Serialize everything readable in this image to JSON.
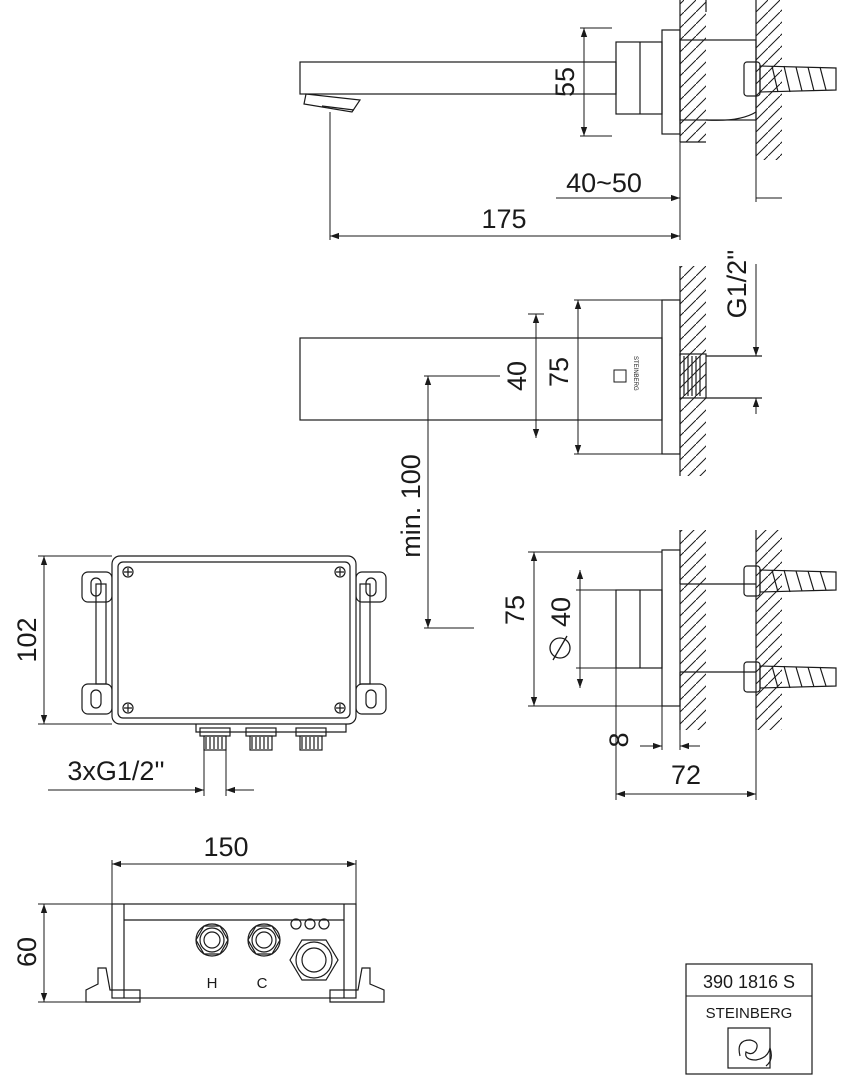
{
  "dimensions": {
    "top_view": {
      "height": "55",
      "wall_range": "40~50",
      "length": "175"
    },
    "side_view": {
      "thread": "G1/2''",
      "inner_height": "40",
      "outer_height": "75",
      "min_distance": "min. 100"
    },
    "brand_mark": "STEINBERG",
    "rosette_view": {
      "height": "75",
      "diameter": "40",
      "plate": "8",
      "depth": "72"
    },
    "box_front": {
      "height": "102",
      "connections": "3xG1/2''"
    },
    "box_bottom": {
      "width": "150",
      "height": "60",
      "hot_label": "H",
      "cold_label": "C"
    }
  },
  "title_block": {
    "article_number": "390 1816 S",
    "brand": "STEINBERG"
  },
  "colors": {
    "line": "#1a1a1a",
    "background": "#ffffff"
  }
}
